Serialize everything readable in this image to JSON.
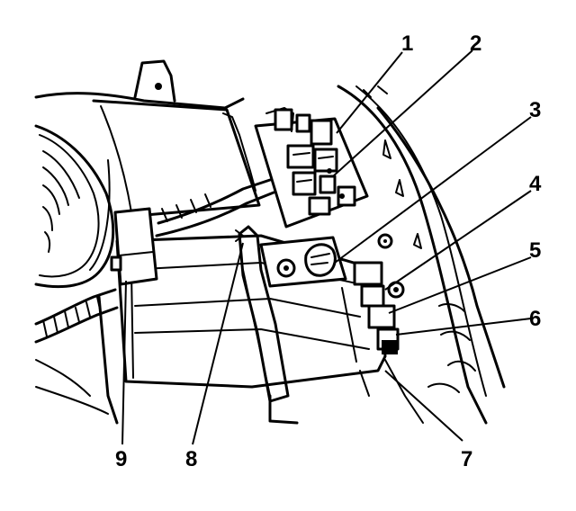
{
  "callouts": [
    {
      "id": "1",
      "label": "1"
    },
    {
      "id": "2",
      "label": "2"
    },
    {
      "id": "3",
      "label": "3"
    },
    {
      "id": "4",
      "label": "4"
    },
    {
      "id": "5",
      "label": "5"
    },
    {
      "id": "6",
      "label": "6"
    },
    {
      "id": "7",
      "label": "7"
    },
    {
      "id": "8",
      "label": "8"
    },
    {
      "id": "9",
      "label": "9"
    }
  ],
  "colors": {
    "ink": "#000000",
    "paper": "#ffffff"
  }
}
